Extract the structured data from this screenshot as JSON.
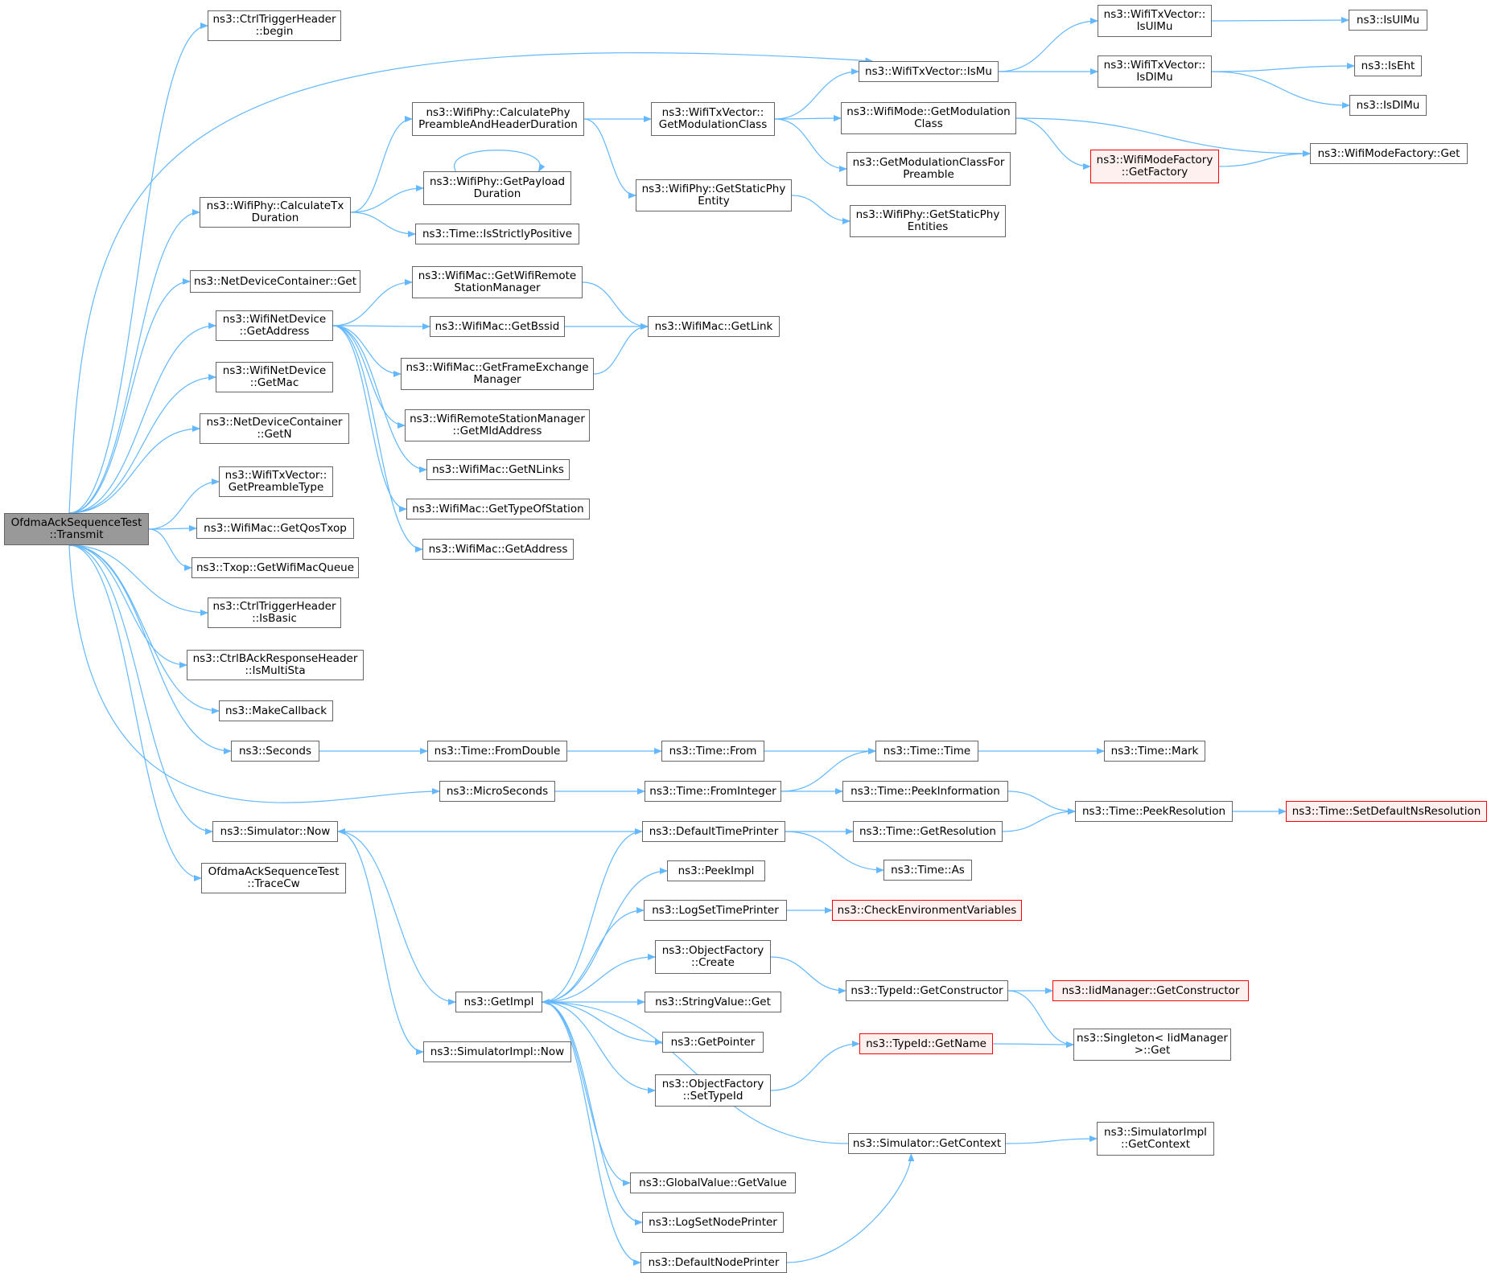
{
  "colors": {
    "edge": "#63b8ff",
    "node_border": "#666666",
    "root_fill": "#999999",
    "truncated_border": "#ff0000",
    "truncated_fill": "#fff0f0"
  },
  "nodes": {
    "root": {
      "lines": [
        "OfdmaAckSequenceTest",
        "::Transmit"
      ]
    },
    "trigger_begin": {
      "lines": [
        "ns3::CtrlTriggerHeader",
        "::begin"
      ]
    },
    "calc_tx": {
      "lines": [
        "ns3::WifiPhy::CalculateTx",
        "Duration"
      ]
    },
    "ndc_get": {
      "lines": [
        "ns3::NetDeviceContainer::Get"
      ]
    },
    "wnd_getaddr": {
      "lines": [
        "ns3::WifiNetDevice",
        "::GetAddress"
      ]
    },
    "wnd_getmac": {
      "lines": [
        "ns3::WifiNetDevice",
        "::GetMac"
      ]
    },
    "ndc_getn": {
      "lines": [
        "ns3::NetDeviceContainer",
        "::GetN"
      ]
    },
    "txv_preamble": {
      "lines": [
        "ns3::WifiTxVector::",
        "GetPreambleType"
      ]
    },
    "qostxop": {
      "lines": [
        "ns3::WifiMac::GetQosTxop"
      ]
    },
    "txop_queue": {
      "lines": [
        "ns3::Txop::GetWifiMacQueue"
      ]
    },
    "trigger_isbasic": {
      "lines": [
        "ns3::CtrlTriggerHeader",
        "::IsBasic"
      ]
    },
    "back_ismulti": {
      "lines": [
        "ns3::CtrlBAckResponseHeader",
        "::IsMultiSta"
      ]
    },
    "makecallback": {
      "lines": [
        "ns3::MakeCallback"
      ]
    },
    "seconds": {
      "lines": [
        "ns3::Seconds"
      ]
    },
    "sim_now": {
      "lines": [
        "ns3::Simulator::Now"
      ]
    },
    "tracecw": {
      "lines": [
        "OfdmaAckSequenceTest",
        "::TraceCw"
      ]
    },
    "calc_preamble": {
      "lines": [
        "ns3::WifiPhy::CalculatePhy",
        "PreambleAndHeaderDuration"
      ]
    },
    "payload_dur": {
      "lines": [
        "ns3::WifiPhy::GetPayload",
        "Duration"
      ]
    },
    "strictly_pos": {
      "lines": [
        "ns3::Time::IsStrictlyPositive"
      ]
    },
    "get_rsm": {
      "lines": [
        "ns3::WifiMac::GetWifiRemote",
        "StationManager"
      ]
    },
    "get_bssid": {
      "lines": [
        "ns3::WifiMac::GetBssid"
      ]
    },
    "get_fem": {
      "lines": [
        "ns3::WifiMac::GetFrameExchange",
        "Manager"
      ]
    },
    "get_mld": {
      "lines": [
        "ns3::WifiRemoteStationManager",
        "::GetMldAddress"
      ]
    },
    "get_nlinks": {
      "lines": [
        "ns3::WifiMac::GetNLinks"
      ]
    },
    "get_typeofsta": {
      "lines": [
        "ns3::WifiMac::GetTypeOfStation"
      ]
    },
    "mac_getaddr": {
      "lines": [
        "ns3::WifiMac::GetAddress"
      ]
    },
    "get_link": {
      "lines": [
        "ns3::WifiMac::GetLink"
      ]
    },
    "txv_ismu": {
      "lines": [
        "ns3::WifiTxVector::IsMu"
      ]
    },
    "get_modclass": {
      "lines": [
        "ns3::WifiTxVector::",
        "GetModulationClass"
      ]
    },
    "static_phy_entity": {
      "lines": [
        "ns3::WifiPhy::GetStaticPhy",
        "Entity"
      ]
    },
    "mode_modclass": {
      "lines": [
        "ns3::WifiMode::GetModulation",
        "Class"
      ]
    },
    "modclass_preamble": {
      "lines": [
        "ns3::GetModulationClassFor",
        "Preamble"
      ]
    },
    "static_phy_entities": {
      "lines": [
        "ns3::WifiPhy::GetStaticPhy",
        "Entities"
      ]
    },
    "txv_isulmu": {
      "lines": [
        "ns3::WifiTxVector::",
        "IsUlMu"
      ]
    },
    "txv_isdlmu": {
      "lines": [
        "ns3::WifiTxVector::",
        "IsDlMu"
      ]
    },
    "isulmu": {
      "lines": [
        "ns3::IsUlMu"
      ]
    },
    "iseht": {
      "lines": [
        "ns3::IsEht"
      ]
    },
    "isdlmu": {
      "lines": [
        "ns3::IsDlMu"
      ]
    },
    "mf_getfactory": {
      "lines": [
        "ns3::WifiModeFactory",
        "::GetFactory"
      ]
    },
    "mf_get": {
      "lines": [
        "ns3::WifiModeFactory::Get"
      ]
    },
    "microseconds": {
      "lines": [
        "ns3::MicroSeconds"
      ]
    },
    "time_fromdouble": {
      "lines": [
        "ns3::Time::FromDouble"
      ]
    },
    "time_from": {
      "lines": [
        "ns3::Time::From"
      ]
    },
    "time_time": {
      "lines": [
        "ns3::Time::Time"
      ]
    },
    "time_mark": {
      "lines": [
        "ns3::Time::Mark"
      ]
    },
    "time_fromint": {
      "lines": [
        "ns3::Time::FromInteger"
      ]
    },
    "time_peekinfo": {
      "lines": [
        "ns3::Time::PeekInformation"
      ]
    },
    "time_peekres": {
      "lines": [
        "ns3::Time::PeekResolution"
      ]
    },
    "time_setdefault": {
      "lines": [
        "ns3::Time::SetDefaultNsResolution"
      ]
    },
    "default_time_printer": {
      "lines": [
        "ns3::DefaultTimePrinter"
      ]
    },
    "time_getres": {
      "lines": [
        "ns3::Time::GetResolution"
      ]
    },
    "time_as": {
      "lines": [
        "ns3::Time::As"
      ]
    },
    "peekimpl": {
      "lines": [
        "ns3::PeekImpl"
      ]
    },
    "log_time_printer": {
      "lines": [
        "ns3::LogSetTimePrinter"
      ]
    },
    "check_env": {
      "lines": [
        "ns3::CheckEnvironmentVariables"
      ]
    },
    "of_create": {
      "lines": [
        "ns3::ObjectFactory",
        "::Create"
      ]
    },
    "typeid_getctor": {
      "lines": [
        "ns3::TypeId::GetConstructor"
      ]
    },
    "iid_getctor": {
      "lines": [
        "ns3::IidManager::GetConstructor"
      ]
    },
    "getimpl": {
      "lines": [
        "ns3::GetImpl"
      ]
    },
    "stringvalue_get": {
      "lines": [
        "ns3::StringValue::Get"
      ]
    },
    "getpointer": {
      "lines": [
        "ns3::GetPointer"
      ]
    },
    "singleton_get": {
      "lines": [
        "ns3::Singleton< IidManager",
        ">::Get"
      ]
    },
    "simimpl_now": {
      "lines": [
        "ns3::SimulatorImpl::Now"
      ]
    },
    "typeid_getname": {
      "lines": [
        "ns3::TypeId::GetName"
      ]
    },
    "of_settypeid": {
      "lines": [
        "ns3::ObjectFactory",
        "::SetTypeId"
      ]
    },
    "sim_getcontext": {
      "lines": [
        "ns3::Simulator::GetContext"
      ]
    },
    "simimpl_getcontext": {
      "lines": [
        "ns3::SimulatorImpl",
        "::GetContext"
      ]
    },
    "globalvalue_get": {
      "lines": [
        "ns3::GlobalValue::GetValue"
      ]
    },
    "log_node_printer": {
      "lines": [
        "ns3::LogSetNodePrinter"
      ]
    },
    "default_node_printer": {
      "lines": [
        "ns3::DefaultNodePrinter"
      ]
    }
  }
}
